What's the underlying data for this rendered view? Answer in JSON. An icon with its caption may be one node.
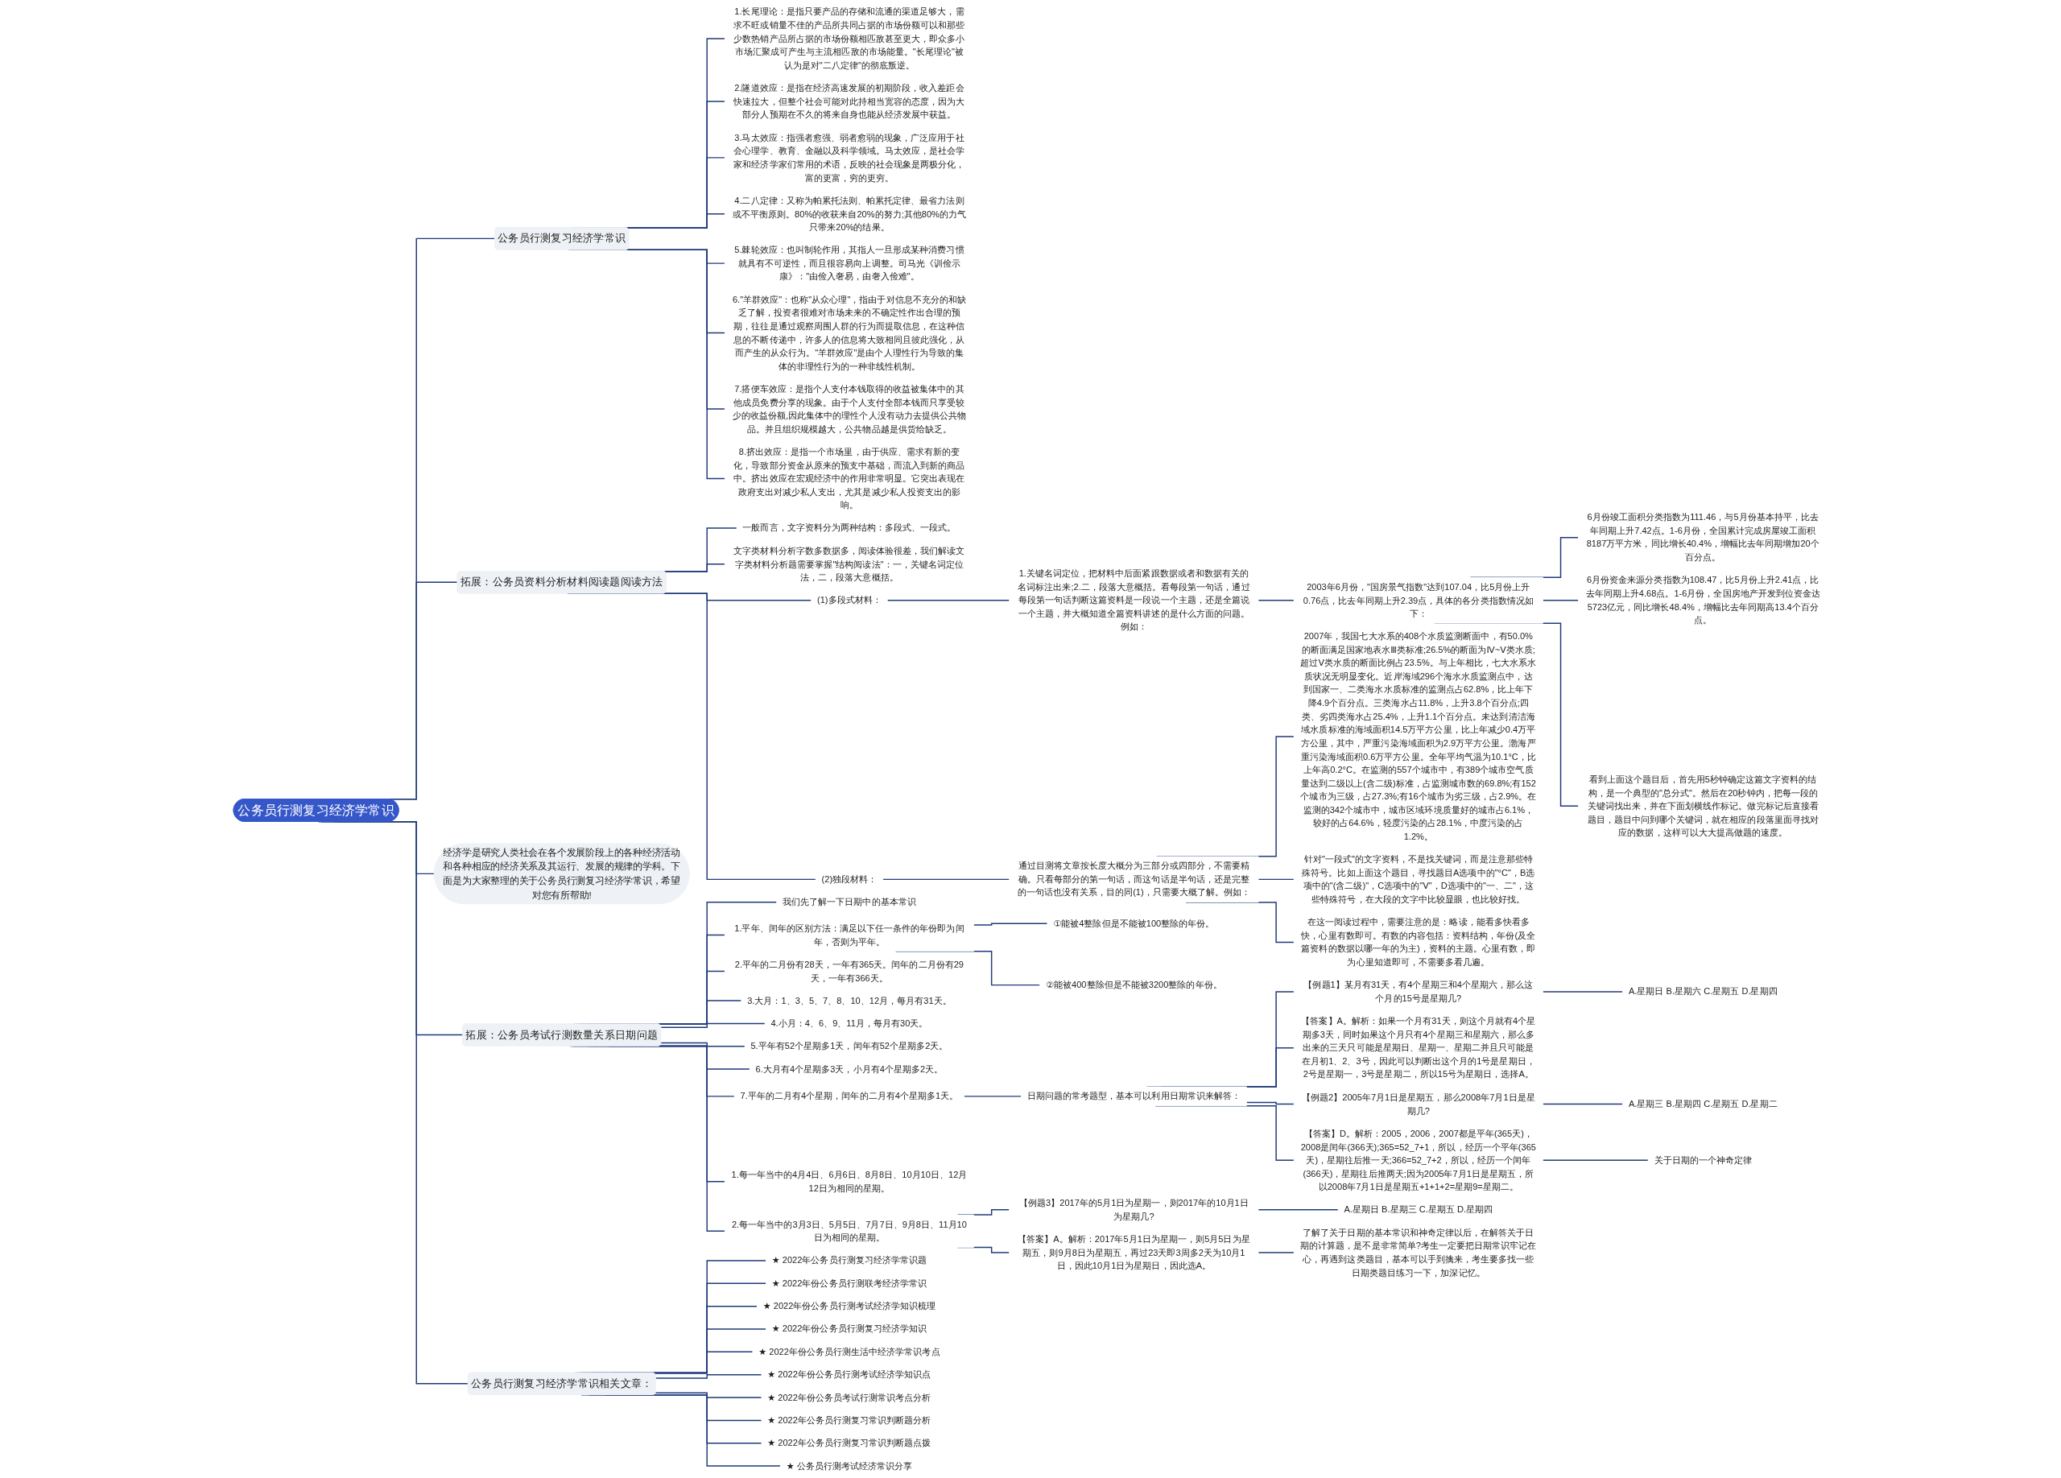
{
  "diagram": {
    "nodes": [
      {
        "text": [
          "公务员行测复习经济学常识"
        ]
      },
      {
        "text": [
          "公务员行测复习经济学常识"
        ]
      },
      {
        "text": [
          "1.长尾理论：是指只要产品的存储和流通的渠道足够大，需求不旺或销量不佳的产品所共同占据的市场份额可以和那些少数热销产品所占据的市场份额相匹敌甚至更大，即众多小市场汇聚成可产生与主流相匹敌的市场能量。\"长尾理论\"被认为是对\"二八定律\"的彻底叛逆。"
        ]
      },
      {
        "text": [
          "2.隧道效应：是指在经济高速发展的初期阶段，收入差距会快速拉大，但整个社会可能对此持相当宽容的态度，因为大部分人预期在不久的将来自身也能从经济发展中获益。"
        ]
      },
      {
        "text": [
          "3.马太效应：指强者愈强、弱者愈弱的现象，广泛应用于社会心理学、教育、金融以及科学领域。马太效应，是社会学家和经济学家们常用的术语，反映的社会现象是两极分化，富的更富，穷的更穷。"
        ]
      },
      {
        "text": [
          "4.二八定律：又称为帕累托法则、帕累托定律、最省力法则或不平衡原则。80%的收获来自20%的努力;其他80%的力气只带来20%的结果。"
        ]
      },
      {
        "text": [
          "5.棘轮效应：也叫制轮作用，其指人一旦形成某种消费习惯就具有不可逆性，而且很容易向上调整。司马光《训俭示康》：\"由俭入奢易，由奢入俭难\"。"
        ]
      },
      {
        "text": [
          "6.\"羊群效应\"：也称\"从众心理\"，指由于对信息不充分的和缺乏了解，投资者很难对市场未来的不确定性作出合理的预期，往往是通过观察周围人群的行为而提取信息，在这种信息的不断传递中，许多人的信息将大致相同且彼此强化，从而产生的从众行为。\"羊群效应\"是由个人理性行为导致的集体的非理性行为的一种非线性机制。"
        ]
      },
      {
        "text": [
          "7.搭便车效应：是指个人支付本钱取得的收益被集体中的其他成员免费分享的现象。由于个人支付全部本钱而只享受较少的收益份额,因此集体中的理性个人没有动力去提供公共物品。并且组织规模越大，公共物品越是供货给缺乏。"
        ]
      },
      {
        "text": [
          "8.挤出效应：是指一个市场里，由于供应、需求有新的变化，导致部分资金从原来的预支中基础，而流入到新的商品中。挤出效应在宏观经济中的作用非常明显。它突出表现在政府支出对减少私人支出，尤其是减少私人投资支出的影响。"
        ]
      },
      {
        "text": [
          "拓展：公务员资料分析材料阅读题阅读方法"
        ]
      },
      {
        "text": [
          "一般而言，文字资料分为两种结构：多段式、一段式。"
        ]
      },
      {
        "text": [
          "文字类材料分析字数多数据多，阅读体验很差，我们解读文字类材料分析题需要掌握\"结构阅读法\"：一，关键名词定位法，二，段落大意概括。"
        ]
      },
      {
        "text": [
          "(1)多段式材料："
        ]
      },
      {
        "text": [
          "1.关键名词定位，把材料中后面紧跟数据或者和数据有关的名词标注出来;2.二，段落大意概括。看每段第一句话，通过每段第一句话判断这篇资料是一段说一个主题，还是全篇说一个主题，并大概知道全篇资料讲述的是什么方面的问题。例如："
        ]
      },
      {
        "text": [
          "2003年6月份，\"国房景气指数\"达到107.04，比5月份上升0.76点，比去年同期上升2.39点，具体的各分类指数情况如下："
        ]
      },
      {
        "text": [
          "6月份竣工面积分类指数为111.46，与5月份基本持平，比去年同期上升7.42点。1-6月份，全国累计完成房屋竣工面积8187万平方米，同比增长40.4%，增幅比去年同期增加20个百分点。"
        ]
      },
      {
        "text": [
          "6月份资金来源分类指数为108.47，比5月份上升2.41点，比去年同期上升4.68点。1-6月份，全国房地产开发到位资金达5723亿元，同比增长48.4%，增幅比去年同期高13.4个百分点。"
        ]
      },
      {
        "text": [
          "看到上面这个题目后，首先用5秒钟确定这篇文字资料的结构，是一个典型的\"总分式\"。然后在20秒钟内，把每一段的关键词找出来，并在下面划横线作标记。做完标记后直接看题目，题目中问到哪个关键词，就在相应的段落里面寻找对应的数据，这样可以大大提高做题的速度。"
        ]
      },
      {
        "text": [
          "(2)独段材料："
        ]
      },
      {
        "text": [
          "通过目测将文章按长度大概分为三部分或四部分，不需要精确。只看每部分的第一句话，而这句话是半句话，还是完整的一句话也没有关系，目的同(1)，只需要大概了解。例如："
        ]
      },
      {
        "text": [
          "2007年，我国七大水系的408个水质监测断面中，有50.0%的断面满足国家地表水Ⅲ类标准;26.5%的断面为Ⅳ~Ⅴ类水质;超过Ⅴ类水质的断面比例占23.5%。与上年相比，七大水系水质状况无明显变化。近岸海域296个海水水质监测点中，达到国家一、二类海水水质标准的监测点占62.8%，比上年下降4.9个百分点。三类海水占11.8%，上升3.8个百分点;四类、劣四类海水占25.4%，上升1.1个百分点。未达到清洁海域水质标准的海域面积14.5万平方公里，比上年减少0.4万平方公里，其中，严重污染海域面积为2.9万平方公里。渤海严重污染海域面积0.6万平方公里。全年平均气温为10.1°C，比上年高0.2°C。在监测的557个城市中，有389个城市空气质量达到二级以上(含二级)标准，占监测城市数的69.8%;有152个城市为三级，占27.3%;有16个城市为劣三级，占2.9%。在监测的342个城市中，城市区域环境质量好的城市占6.1%，较好的占64.6%，轻度污染的占28.1%，中度污染的占1.2%。"
        ]
      },
      {
        "text": [
          "针对\"一段式\"的文字资料，不是找关键词，而是注意那些特殊符号。比如上面这个题目，寻找题目A选项中的\"°C\"，B选项中的\"(含二级)\"，C选项中的\"Ⅴ\"，D选项中的\"一、二\"，这些特殊符号，在大段的文字中比较显眼，也比较好找。"
        ]
      },
      {
        "text": [
          "在这一阅读过程中，需要注意的是：略读，能看多快看多快，心里有数即可。有数的内容包括：资料结构，年份(及全篇资料的数据以哪一年的为主)，资料的主题。心里有数，即为心里知道即可，不需要多看几遍。"
        ]
      },
      {
        "text": [
          "经济学是研究人类社会在各个发展阶段上的各种经济活动和各种相应的经济关系及其运行、发展的规律的学科。下面是为大家整理的关于公务员行测复习经济学常识，希望对您有所帮助!"
        ]
      },
      {
        "text": [
          "拓展：公务员考试行测数量关系日期问题"
        ]
      },
      {
        "text": [
          "我们先了解一下日期中的基本常识"
        ]
      },
      {
        "text": [
          "1.平年、闰年的区别方法：满足以下任一条件的年份即为闰年，否则为平年。"
        ]
      },
      {
        "text": [
          "①能被4整除但是不能被100整除的年份。"
        ]
      },
      {
        "text": [
          "②能被400整除但是不能被3200整除的年份。"
        ]
      },
      {
        "text": [
          "2.平年的二月份有28天，一年有365天。闰年的二月份有29天，一年有366天。"
        ]
      },
      {
        "text": [
          "3.大月：1、3、5、7、8、10、12月，每月有31天。"
        ]
      },
      {
        "text": [
          "4.小月：4、6、9、11月，每月有30天。"
        ]
      },
      {
        "text": [
          "5.平年有52个星期多1天，闰年有52个星期多2天。"
        ]
      },
      {
        "text": [
          "6.大月有4个星期多3天，小月有4个星期多2天。"
        ]
      },
      {
        "text": [
          "7.平年的二月有4个星期，闰年的二月有4个星期多1天。"
        ]
      },
      {
        "text": [
          "日期问题的常考题型，基本可以利用日期常识来解答："
        ]
      },
      {
        "text": [
          "【例题1】某月有31天，有4个星期三和4个星期六，那么这个月的15号是星期几?"
        ]
      },
      {
        "text": [
          "A.星期日 B.星期六 C.星期五 D.星期四"
        ]
      },
      {
        "text": [
          "【答案】A。解析：如果一个月有31天，则这个月就有4个星期多3天，同时如果这个月只有4个星期三和星期六，那么多出来的三天只可能是星期日、星期一、星期二并且只可能是在月初1、2、3号，因此可以判断出这个月的1号是星期日，2号是星期一，3号是星期二，所以15号为星期日，选择A。"
        ]
      },
      {
        "text": [
          "【例题2】2005年7月1日是星期五，那么2008年7月1日是星期几?"
        ]
      },
      {
        "text": [
          "A.星期三 B.星期四 C.星期五 D.星期二"
        ]
      },
      {
        "text": [
          "【答案】D。解析：2005，2006，2007都是平年(365天)，2008是闰年(366天);365=52_7+1，所以，经历一个平年(365天)，星期往后推一天;366=52_7+2，所以，经历一个闰年(366天)，星期往后推两天;因为2005年7月1日是星期五，所以2008年7月1日是星期五+1+1+2=星期9=星期二。"
        ]
      },
      {
        "text": [
          "关于日期的一个神奇定律"
        ]
      },
      {
        "text": [
          "1.每一年当中的4月4日、6月6日、8月8日、10月10日、12月12日为相同的星期。"
        ]
      },
      {
        "text": [
          "2.每一年当中的3月3日、5月5日、7月7日、9月8日、11月10日为相同的星期。"
        ]
      },
      {
        "text": [
          "【例题3】2017年的5月1日为星期一，则2017年的10月1日为星期几?"
        ]
      },
      {
        "text": [
          "A.星期日 B.星期三 C.星期五 D.星期四"
        ]
      },
      {
        "text": [
          "【答案】A。解析：2017年5月1日为星期一，则5月5日为星期五，则9月8日为星期五，再过23天即3周多2天为10月1日，因此10月1日为星期日，因此选A。"
        ]
      },
      {
        "text": [
          "了解了关于日期的基本常识和神奇定律以后，在解答关于日期的计算题，是不是非常简单?考生一定要把日期常识牢记在心，再遇到这类题目，基本可以手到擒来，考生要多找一些日期类题目练习一下，加深记忆。"
        ]
      },
      {
        "text": [
          "公务员行测复习经济学常识相关文章："
        ]
      },
      {
        "text": [
          "★ 2022年公务员行测复习经济学常识题"
        ]
      },
      {
        "text": [
          "★ 2022年份公务员行测联考经济学常识"
        ]
      },
      {
        "text": [
          "★ 2022年份公务员行测考试经济学知识梳理"
        ]
      },
      {
        "text": [
          "★ 2022年份公务员行测复习经济学知识"
        ]
      },
      {
        "text": [
          "★ 2022年份公务员行测生活中经济学常识考点"
        ]
      },
      {
        "text": [
          "★ 2022年份公务员行测考试经济学知识点"
        ]
      },
      {
        "text": [
          "★ 2022年份公务员考试行测常识考点分析"
        ]
      },
      {
        "text": [
          "★ 2022年公务员行测复习常识判断题分析"
        ]
      },
      {
        "text": [
          "★ 2022年公务员行测复习常识判断题点拨"
        ]
      },
      {
        "text": [
          "★ 公务员行测考试经济常识分享"
        ]
      }
    ],
    "edges": [
      {
        "from": 0,
        "to": 1,
        "arrow": "none"
      },
      {
        "from": 1,
        "to": 2,
        "arrow": "none"
      },
      {
        "from": 1,
        "to": 3,
        "arrow": "none"
      },
      {
        "from": 1,
        "to": 4,
        "arrow": "none"
      },
      {
        "from": 1,
        "to": 5,
        "arrow": "none"
      },
      {
        "from": 1,
        "to": 6,
        "arrow": "none"
      },
      {
        "from": 1,
        "to": 7,
        "arrow": "none"
      },
      {
        "from": 1,
        "to": 8,
        "arrow": "none"
      },
      {
        "from": 1,
        "to": 9,
        "arrow": "none"
      },
      {
        "from": 0,
        "to": 10,
        "arrow": "none"
      },
      {
        "from": 10,
        "to": 11,
        "arrow": "none"
      },
      {
        "from": 10,
        "to": 12,
        "arrow": "none"
      },
      {
        "from": 10,
        "to": 13,
        "arrow": "none"
      },
      {
        "from": 13,
        "to": 14,
        "arrow": "none"
      },
      {
        "from": 14,
        "to": 15,
        "arrow": "none"
      },
      {
        "from": 15,
        "to": 16,
        "arrow": "none"
      },
      {
        "from": 15,
        "to": 17,
        "arrow": "none"
      },
      {
        "from": 15,
        "to": 18,
        "arrow": "none"
      },
      {
        "from": 10,
        "to": 19,
        "arrow": "none"
      },
      {
        "from": 19,
        "to": 20,
        "arrow": "none"
      },
      {
        "from": 20,
        "to": 21,
        "arrow": "none"
      },
      {
        "from": 20,
        "to": 22,
        "arrow": "none"
      },
      {
        "from": 20,
        "to": 23,
        "arrow": "none"
      },
      {
        "from": 0,
        "to": 24,
        "arrow": "none"
      },
      {
        "from": 0,
        "to": 25,
        "arrow": "none"
      },
      {
        "from": 25,
        "to": 26,
        "arrow": "none"
      },
      {
        "from": 25,
        "to": 27,
        "arrow": "none"
      },
      {
        "from": 27,
        "to": 28,
        "arrow": "none"
      },
      {
        "from": 27,
        "to": 29,
        "arrow": "none"
      },
      {
        "from": 25,
        "to": 30,
        "arrow": "none"
      },
      {
        "from": 25,
        "to": 31,
        "arrow": "none"
      },
      {
        "from": 25,
        "to": 32,
        "arrow": "none"
      },
      {
        "from": 25,
        "to": 33,
        "arrow": "none"
      },
      {
        "from": 25,
        "to": 34,
        "arrow": "none"
      },
      {
        "from": 25,
        "to": 35,
        "arrow": "none"
      },
      {
        "from": 35,
        "to": 36,
        "arrow": "none"
      },
      {
        "from": 36,
        "to": 37,
        "arrow": "none"
      },
      {
        "from": 37,
        "to": 38,
        "arrow": "none"
      },
      {
        "from": 36,
        "to": 39,
        "arrow": "none"
      },
      {
        "from": 36,
        "to": 40,
        "arrow": "none"
      },
      {
        "from": 40,
        "to": 41,
        "arrow": "none"
      },
      {
        "from": 36,
        "to": 42,
        "arrow": "none"
      },
      {
        "from": 42,
        "to": 43,
        "arrow": "none"
      },
      {
        "from": 25,
        "to": 44,
        "arrow": "none"
      },
      {
        "from": 25,
        "to": 45,
        "arrow": "none"
      },
      {
        "from": 45,
        "to": 46,
        "arrow": "none"
      },
      {
        "from": 46,
        "to": 47,
        "arrow": "none"
      },
      {
        "from": 45,
        "to": 48,
        "arrow": "none"
      },
      {
        "from": 48,
        "to": 49,
        "arrow": "none"
      },
      {
        "from": 0,
        "to": 50,
        "arrow": "none"
      },
      {
        "from": 50,
        "to": 51,
        "arrow": "none"
      },
      {
        "from": 50,
        "to": 52,
        "arrow": "none"
      },
      {
        "from": 50,
        "to": 53,
        "arrow": "none"
      },
      {
        "from": 50,
        "to": 54,
        "arrow": "none"
      },
      {
        "from": 50,
        "to": 55,
        "arrow": "none"
      },
      {
        "from": 50,
        "to": 56,
        "arrow": "none"
      },
      {
        "from": 50,
        "to": 57,
        "arrow": "none"
      },
      {
        "from": 50,
        "to": 58,
        "arrow": "none"
      },
      {
        "from": 50,
        "to": 59,
        "arrow": "none"
      },
      {
        "from": 50,
        "to": 60,
        "arrow": "none"
      }
    ]
  }
}
